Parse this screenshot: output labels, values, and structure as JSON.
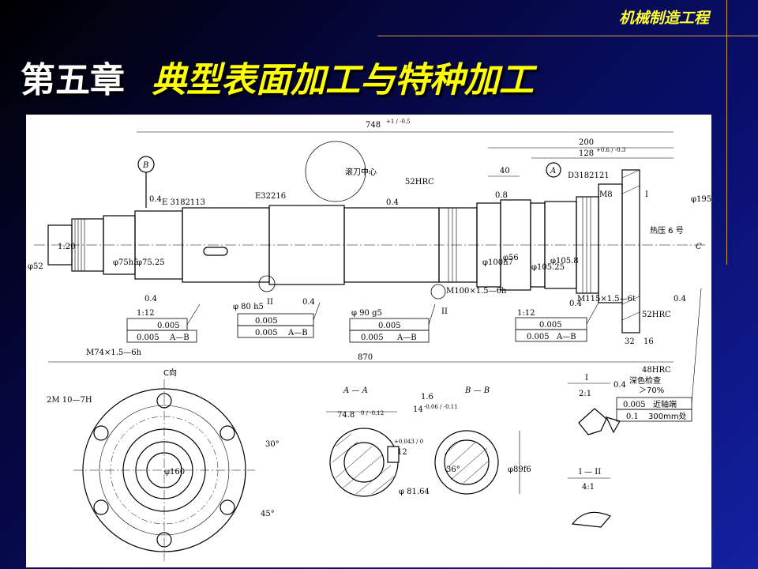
{
  "header": {
    "course": "机械制造工程"
  },
  "slide": {
    "chapter": "第五章",
    "title": "典型表面加工与特种加工"
  },
  "drawing": {
    "dims": {
      "overall_top": "748",
      "overall_top_tol": "+1 / -0.5",
      "dim_200": "200",
      "dim_128": "128",
      "dim_128_tol": "+0.6 / -0.3",
      "dim_40": "40",
      "dim_870": "870",
      "dim_32": "32",
      "dim_16": "16",
      "d195": "φ195",
      "d75h5": "φ75h5",
      "d7525": "φ75.25",
      "d52": "φ52",
      "d80h5": "φ 80 h5",
      "d90g5": "φ 90 g5",
      "d100h7": "φ100h7",
      "d56": "φ56",
      "d10525": "φ105.25",
      "d1058": "φ105.8",
      "m100": "M100×1.5—6h",
      "m115": "M115×1.5—6t",
      "m74": "M74×1.5—6h",
      "m8": "M8",
      "taper_120": "1:20",
      "taper_12": "1:12",
      "d160": "φ160",
      "ang30": "30°",
      "ang45": "45°",
      "ang36": "36°",
      "dim748": "74.8",
      "dim748_tol": "0 / -0.12",
      "dim14": "14",
      "dim14_tol": "-0.06 / -0.11",
      "dim12": "12",
      "dim12_tol": "+0.043 / 0",
      "d8164": "φ 81.64",
      "d8916": "φ89f6"
    },
    "tol": {
      "r1_val": "0.005",
      "r2_val": "0.005",
      "datum_ab": "A—B",
      "r_0005": "0.005",
      "val_01": "0.1",
      "len_300": "300mm处",
      "near_end": "近轴端"
    },
    "roughness": {
      "r04": "0.4",
      "r08": "0.8",
      "r16": "1.6"
    },
    "labels": {
      "datum_b": "B",
      "datum_a": "A",
      "e1": "E 3182113",
      "e2": "E32216",
      "d1": "D3182121",
      "roll_center": "滚刀中心",
      "hrc52": "52HRC",
      "hrc52b": "52HRC",
      "hrc48": "48HRC",
      "dye_check": "深色检查",
      "gt70": "＞70%",
      "hot_press": "热压 6 号",
      "view_c": "C",
      "c_dir": "C向",
      "sec_aa": "A — A",
      "sec_bb": "B — B",
      "m10": "2M 10—7H",
      "roman1": "I",
      "roman2": "II",
      "detail1": "I",
      "scale21": "2:1",
      "detail12": "I — II",
      "scale41": "4:1"
    }
  }
}
